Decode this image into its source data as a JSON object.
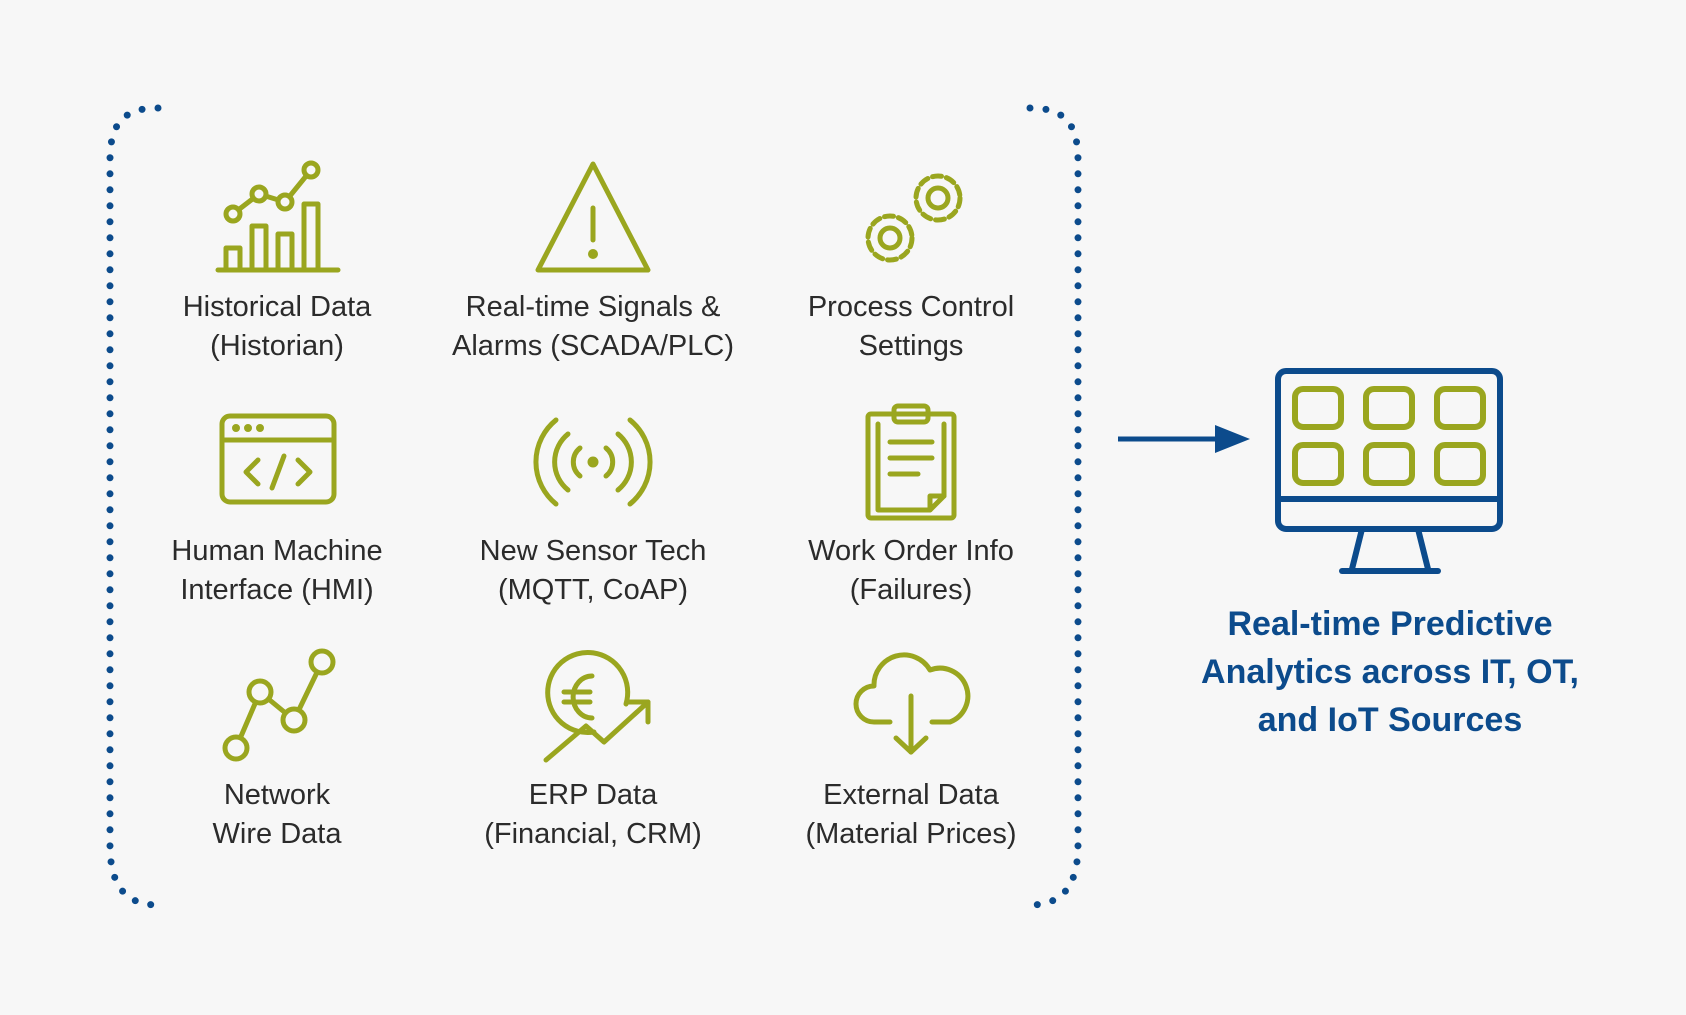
{
  "colors": {
    "icon": "#9aa61f",
    "accent": "#0c4b8c",
    "text": "#2b2b2b",
    "background": "#f7f7f7"
  },
  "sources": [
    {
      "icon": "bar-line-chart-icon",
      "line1": "Historical Data",
      "line2": "(Historian)"
    },
    {
      "icon": "warning-triangle-icon",
      "line1": "Real-time Signals &",
      "line2": "Alarms (SCADA/PLC)"
    },
    {
      "icon": "gears-icon",
      "line1": "Process Control",
      "line2": "Settings"
    },
    {
      "icon": "code-window-icon",
      "line1": "Human Machine",
      "line2": "Interface (HMI)"
    },
    {
      "icon": "wireless-signal-icon",
      "line1": "New Sensor Tech",
      "line2": "(MQTT, CoAP)"
    },
    {
      "icon": "clipboard-icon",
      "line1": "Work Order Info",
      "line2": "(Failures)"
    },
    {
      "icon": "network-line-icon",
      "line1": "Network",
      "line2": "Wire Data"
    },
    {
      "icon": "euro-growth-icon",
      "line1": "ERP Data",
      "line2": "(Financial, CRM)"
    },
    {
      "icon": "cloud-download-icon",
      "line1": "External Data",
      "line2": "(Material Prices)"
    }
  ],
  "target": {
    "icon": "monitor-dashboard-icon",
    "line1": "Real-time Predictive",
    "line2": "Analytics across IT, OT,",
    "line3": "and IoT Sources"
  }
}
